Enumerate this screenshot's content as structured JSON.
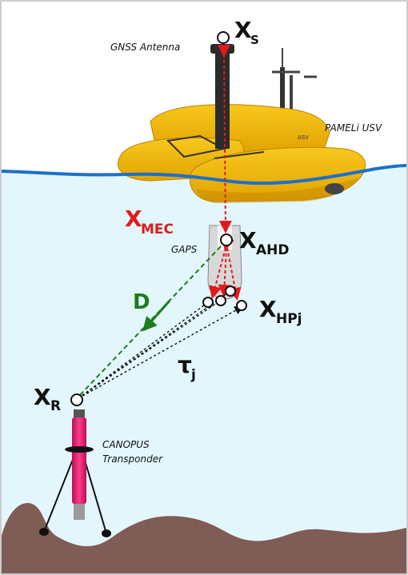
{
  "labels": {
    "gnss_antenna": "GNSS Antenna",
    "pameli_usv": "PAMELi USV",
    "gaps": "GAPS",
    "canopus": "CANOPUS",
    "transponder": "Transponder"
  },
  "symbols": {
    "xs_main": "X",
    "xs_sub": "S",
    "xmec_main": "X",
    "xmec_sub": "MEC",
    "xahd_main": "X",
    "xahd_sub": "AHD",
    "xhpj_main": "X",
    "xhpj_sub": "HPj",
    "xr_main": "X",
    "xr_sub": "R",
    "d": "D",
    "tau_main": "τ",
    "tau_sub": "j"
  },
  "boat_label": "ASV",
  "colors": {
    "water": "#e3f6fb",
    "waterline": "#1f6fc8",
    "hull": "#f2b50a",
    "hull_dark": "#c88a00",
    "seabed": "#7f5c55",
    "mec_red": "#e01b1b",
    "d_green": "#1c7d1c",
    "transponder_pink": "#e0196f"
  }
}
